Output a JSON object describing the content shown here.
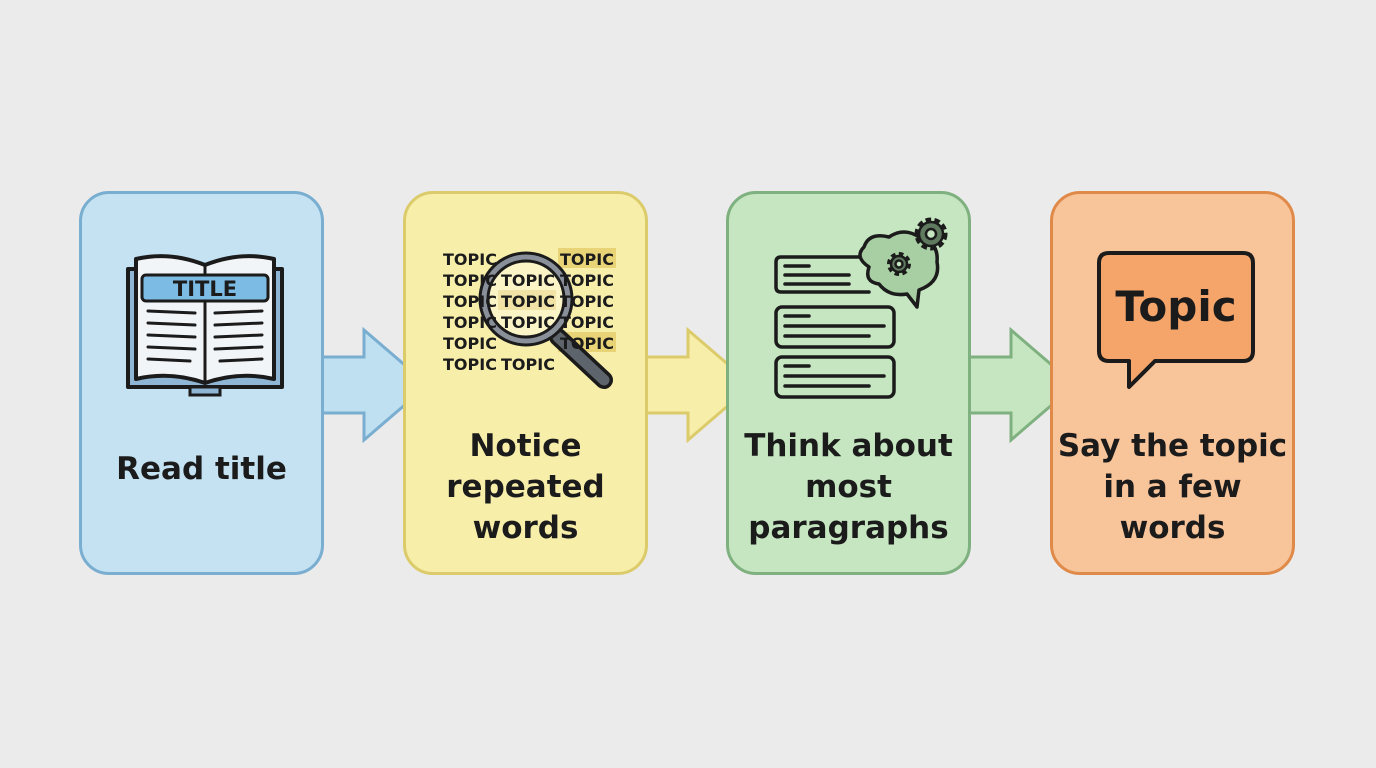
{
  "steps": [
    {
      "label": "Read title",
      "icon": "open-book-icon",
      "icon_text": "TITLE",
      "color": "#c4e2f2",
      "border": "#7aaed0"
    },
    {
      "label": "Notice repeated words",
      "icon": "magnifying-glass-icon",
      "icon_text": "TOPIC",
      "color": "#f7eeaa",
      "border": "#dccb6a"
    },
    {
      "label": "Think about most paragraphs",
      "icon": "brain-gears-paragraphs-icon",
      "color": "#c5e6c0",
      "border": "#7fb07f"
    },
    {
      "label": "Say the topic in a few words",
      "icon": "speech-bubble-icon",
      "icon_text": "Topic",
      "color": "#f8c49a",
      "border": "#e08a4a"
    }
  ],
  "arrows": [
    "arrow-right",
    "arrow-right",
    "arrow-right"
  ]
}
